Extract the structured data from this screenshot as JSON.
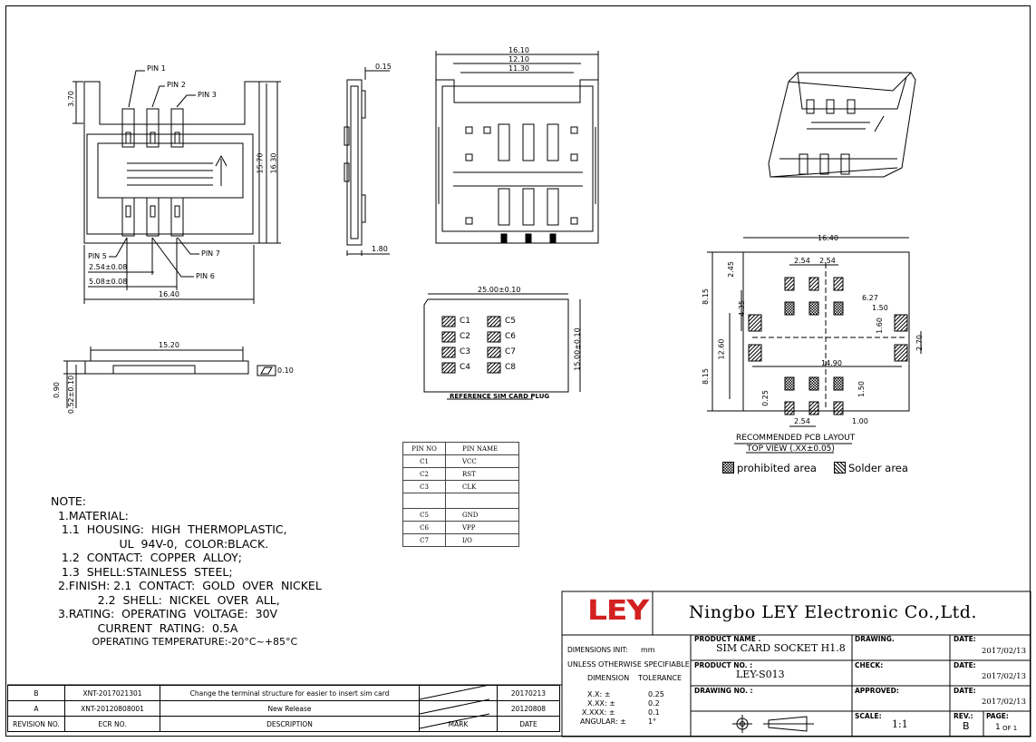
{
  "drawing": {
    "front": {
      "pins": [
        "PIN 1",
        "PIN 2",
        "PIN 3",
        "PIN 5",
        "PIN 6",
        "PIN 7"
      ],
      "dims": [
        "3.70",
        "15.70",
        "16.30",
        "2.54±0.08",
        "5.08±0.08",
        "16.40"
      ]
    },
    "side": {
      "dims": [
        "0.15",
        "1.80"
      ]
    },
    "top": {
      "dims": [
        "16.10",
        "12.10",
        "11.30"
      ]
    },
    "bottom_view": {
      "dims": [
        "15.20",
        "0.90",
        "0.52±0.10",
        "0.10"
      ]
    },
    "sim_plug": {
      "dims": [
        "25.00±0.10",
        "15.00±0.10"
      ],
      "contacts": [
        "C1",
        "C2",
        "C3",
        "C4",
        "C5",
        "C6",
        "C7",
        "C8"
      ],
      "caption": "REFERENCE SIM CARD PLUG"
    },
    "pcb": {
      "dims": [
        "16.40",
        "2.54",
        "2.54",
        "2.45",
        "8.15",
        "4.35",
        "6.27",
        "1.50",
        "1.60",
        "2.70",
        "12.60",
        "14.90",
        "8.15",
        "0.25",
        "1.50",
        "2.54",
        "1.00"
      ],
      "caption1": "RECOMMENDED PCB LAYOUT",
      "caption2": "TOP VIEW (.XX±0.05)",
      "legend_prohibited": "prohibited area",
      "legend_solder": "Solder area"
    }
  },
  "pin_table": {
    "headers": [
      "PIN NO",
      "PIN NAME"
    ],
    "rows": [
      [
        "C1",
        "VCC"
      ],
      [
        "C2",
        "RST"
      ],
      [
        "C3",
        "CLK"
      ],
      [
        "",
        ""
      ],
      [
        "C5",
        "GND"
      ],
      [
        "C6",
        "VPP"
      ],
      [
        "C7",
        "I/O"
      ]
    ]
  },
  "notes": {
    "l0": "NOTE:",
    "l1": "  1.MATERIAL:",
    "l2": "   1.1  HOUSING:  HIGH  THERMOPLASTIC,",
    "l3": "                   UL  94V-0,  COLOR:BLACK.",
    "l4": "   1.2  CONTACT:  COPPER  ALLOY;",
    "l5": "   1.3  SHELL:STAINLESS  STEEL;",
    "l6": "  2.FINISH: 2.1  CONTACT:  GOLD  OVER  NICKEL",
    "l7": "             2.2  SHELL:  NICKEL  OVER  ALL,",
    "l8": "  3.RATING:  OPERATING  VOLTAGE:  30V",
    "l9": "             CURRENT  RATING:  0.5A",
    "l10": "             OPERATING TEMPERATURE:-20°C~+85°C"
  },
  "revisions": {
    "headers": [
      "REVISION NO.",
      "ECR NO.",
      "DESCRIPTION",
      "MARK",
      "DATE"
    ],
    "rows": [
      [
        "B",
        "XNT-2017021301",
        "Change the terminal structure for easier to insert sim card",
        "",
        "20170213"
      ],
      [
        "A",
        "XNT-20120808001",
        "New Release",
        "",
        "20120808"
      ]
    ]
  },
  "title_block": {
    "logo": "LEY",
    "company": "Ningbo LEY Electronic Co.,Ltd.",
    "dimensions_unit_label": "DIMENSIONS INIT:",
    "dimensions_unit": "mm",
    "tolerance_line": "UNLESS OTHERWISE SPECIFIABLE",
    "col_dimension": "DIMENSION",
    "col_tolerance": "TOLERANCE",
    "tolerances": [
      [
        "X.X: ±",
        "0.25"
      ],
      [
        "X.XX: ±",
        "0.2"
      ],
      [
        "X.XXX: ±",
        "0.1"
      ],
      [
        "ANGULAR: ±",
        "1°"
      ]
    ],
    "product_name_label": "PRODUCT NAME .",
    "product_name": "SIM CARD SOCKET H1.8",
    "product_no_label": "PRODUCT NO. :",
    "product_no": "LEY-S013",
    "drawing_no_label": "DRAWING NO. :",
    "drawing_label": "DRAWING.",
    "check_label": "CHECK:",
    "approved_label": "APPROVED:",
    "date_label": "DATE:",
    "dates": [
      "2017/02/13",
      "2017/02/13",
      "2017/02/13"
    ],
    "scale_label": "SCALE:",
    "scale": "1:1",
    "rev_label": "REV.:",
    "rev": "B",
    "page_label": "PAGE:",
    "page": "1",
    "page_of": "OF 1"
  }
}
